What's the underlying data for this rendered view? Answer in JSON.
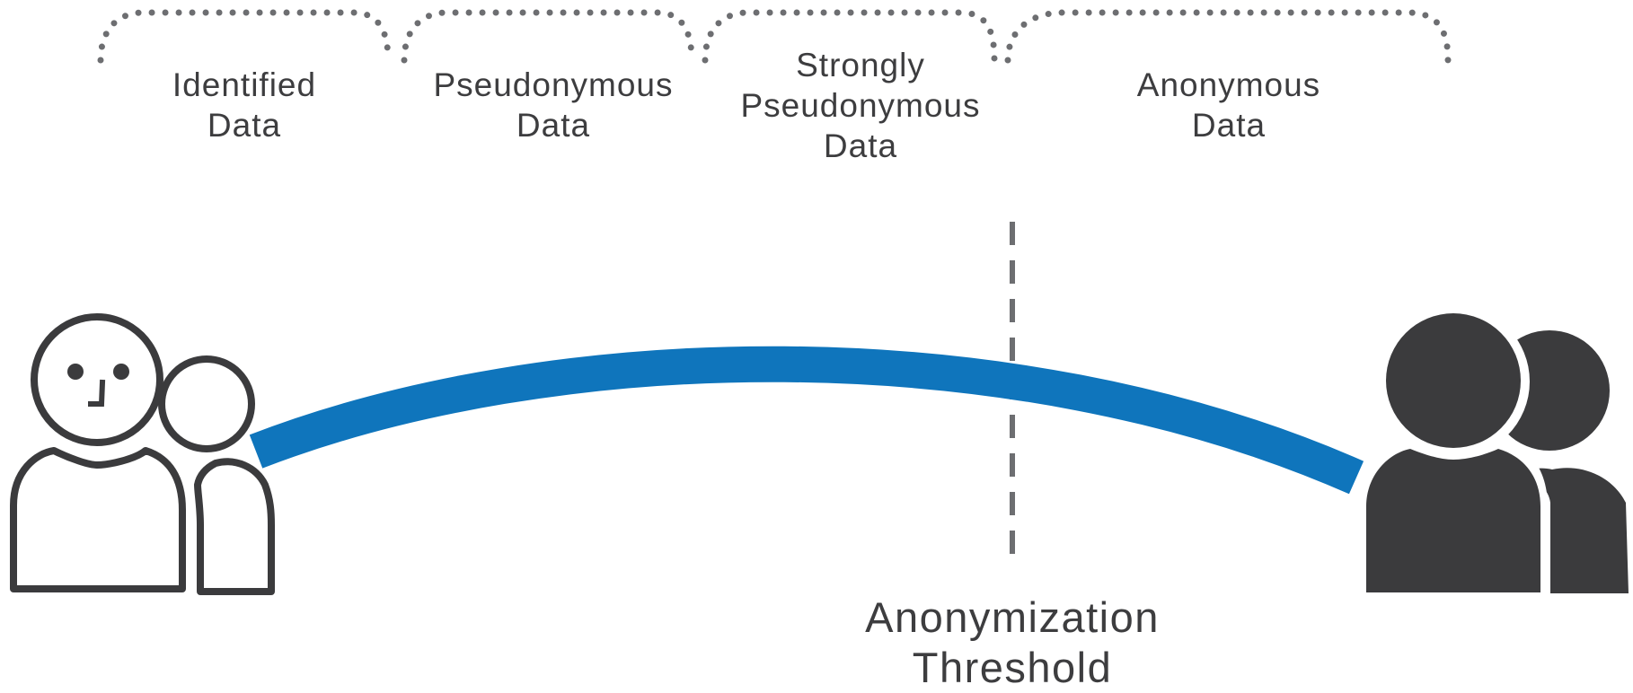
{
  "categories": [
    {
      "lines": [
        "Identified",
        "Data"
      ]
    },
    {
      "lines": [
        "Pseudonymous",
        "Data"
      ]
    },
    {
      "lines": [
        "Strongly",
        "Pseudonymous",
        "Data"
      ]
    },
    {
      "lines": [
        "Anonymous",
        "Data"
      ]
    }
  ],
  "threshold": {
    "lines": [
      "Anonymization",
      "Threshold"
    ]
  },
  "colors": {
    "text": "#3d3d3f",
    "bracket": "#6d6e71",
    "threshold_line": "#6d6e71",
    "arc": "#0f75bc",
    "figure_dark": "#3b3b3d",
    "figure_outline": "#3b3b3d",
    "background": "#ffffff"
  },
  "icons": {
    "left": "identified-person-outline-icon",
    "right": "anonymous-person-filled-icon"
  }
}
